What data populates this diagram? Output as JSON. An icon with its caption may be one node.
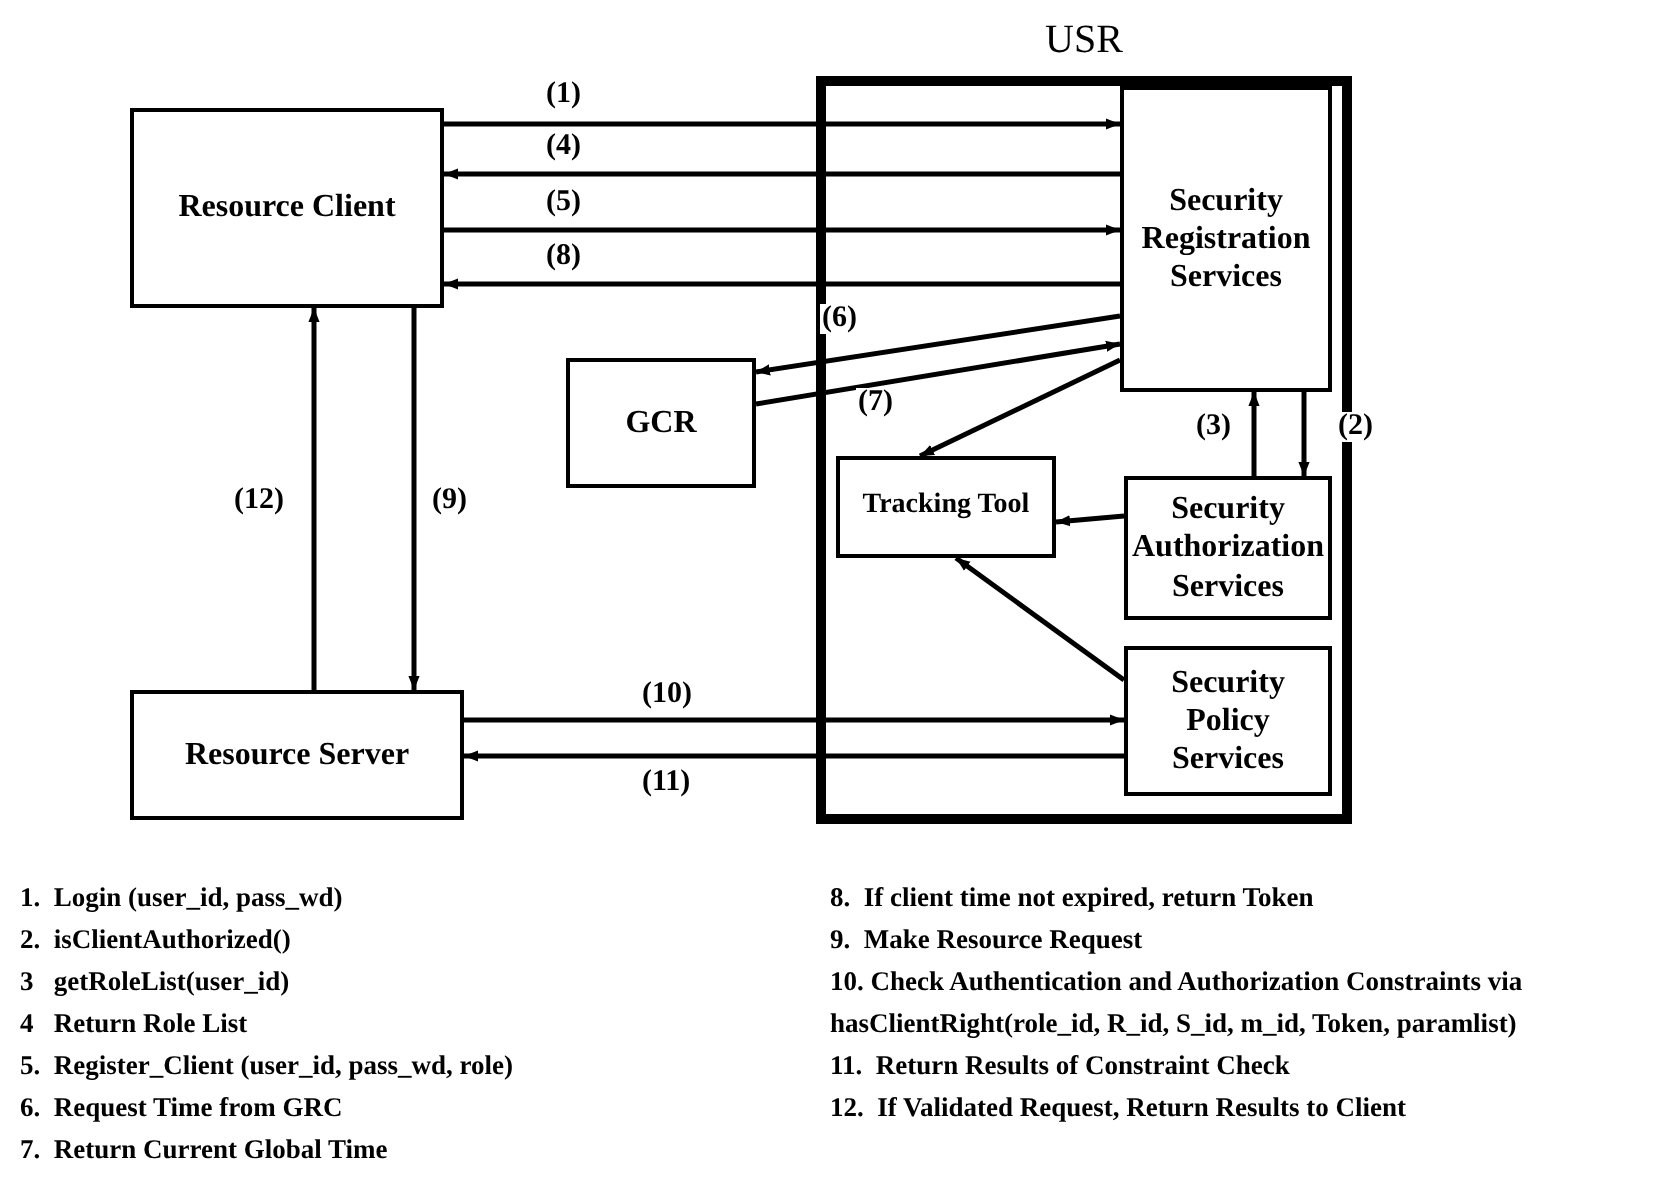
{
  "diagram": {
    "nodes": [
      {
        "text": [
          "USR"
        ]
      },
      {
        "text": [
          "Resource Client"
        ]
      },
      {
        "text": [
          "Security Registration Services"
        ],
        "in": 0
      },
      {
        "text": [
          "GCR"
        ]
      },
      {
        "text": [
          "Tracking Tool"
        ],
        "in": 0
      },
      {
        "text": [
          "Security Authorization Services"
        ],
        "in": 0
      },
      {
        "text": [
          "Resource Server"
        ]
      },
      {
        "text": [
          "Security Policy Services"
        ],
        "in": 0
      }
    ],
    "edges": [
      {
        "from": 1,
        "to": 2,
        "arrow": "to",
        "label": "(1)"
      },
      {
        "from": 2,
        "to": 1,
        "arrow": "to",
        "label": "(4)"
      },
      {
        "from": 1,
        "to": 2,
        "arrow": "to",
        "label": "(5)"
      },
      {
        "from": 2,
        "to": 1,
        "arrow": "to",
        "label": "(8)"
      },
      {
        "from": 2,
        "to": 3,
        "arrow": "to",
        "label": "(6)"
      },
      {
        "from": 3,
        "to": 2,
        "arrow": "to",
        "label": "(7)"
      },
      {
        "from": 2,
        "to": 4,
        "arrow": "to"
      },
      {
        "from": 5,
        "to": 2,
        "arrow": "to",
        "label": "(3)"
      },
      {
        "from": 2,
        "to": 5,
        "arrow": "to",
        "label": "(2)"
      },
      {
        "from": 5,
        "to": 4,
        "arrow": "to"
      },
      {
        "from": 7,
        "to": 4,
        "arrow": "to"
      },
      {
        "from": 6,
        "to": 1,
        "arrow": "to",
        "label": "(12)"
      },
      {
        "from": 1,
        "to": 6,
        "arrow": "to",
        "label": "(9)"
      },
      {
        "from": 6,
        "to": 7,
        "arrow": "to",
        "label": "(10)"
      },
      {
        "from": 7,
        "to": 6,
        "arrow": "to",
        "label": "(11)"
      }
    ],
    "labels": [
      "1.  Login (user_id, pass_wd)",
      "2.  isClientAuthorized()",
      "3   getRoleList(user_id)",
      "4   Return Role List",
      "5.  Register_Client (user_id, pass_wd, role)",
      "6.  Request Time from GRC",
      "7.  Return Current Global Time",
      "8.  If client time not expired, return Token",
      "9.  Make Resource Request",
      "10. Check Authentication and Authorization Constraints via hasClientRight(role_id, R_id, S_id, m_id, Token, paramlist)",
      "11.  Return Results of Constraint Check",
      "12.  If Validated Request, Return Results to Client"
    ]
  }
}
